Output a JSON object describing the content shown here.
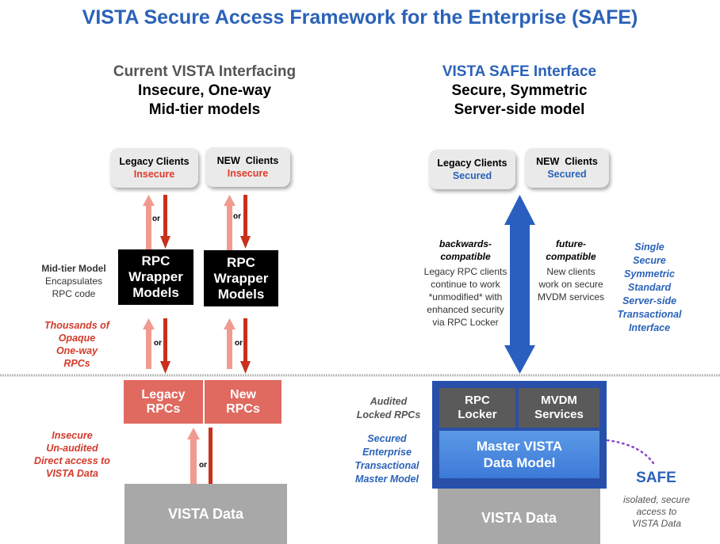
{
  "title": "VISTA Secure Access Framework for the Enterprise (SAFE)",
  "left": {
    "heading": "Current VISTA Interfacing",
    "subheading_1": "Insecure, One-way",
    "subheading_2": "Mid-tier models",
    "clients": [
      {
        "name": "Legacy Clients",
        "status": "Insecure"
      },
      {
        "name": "NEW  Clients",
        "status": "Insecure"
      }
    ],
    "or_label": "or",
    "midtier": {
      "title": "Mid-tier Model",
      "line1": "Encapsulates",
      "line2": "RPC code"
    },
    "wrappers": [
      {
        "l1": "RPC",
        "l2": "Wrapper",
        "l3": "Models"
      },
      {
        "l1": "RPC",
        "l2": "Wrapper",
        "l3": "Models"
      }
    ],
    "thousands": [
      "Thousands of",
      "Opaque",
      "One-way",
      "RPCs"
    ],
    "rpcs": [
      {
        "l1": "Legacy",
        "l2": "RPCs"
      },
      {
        "l1": "New",
        "l2": "RPCs"
      }
    ],
    "insecure_note": [
      "Insecure",
      "Un-audited",
      "Direct access to",
      "VISTA Data"
    ],
    "data_label": "VISTA Data"
  },
  "right": {
    "heading": "VISTA SAFE Interface",
    "subheading_1": "Secure, Symmetric",
    "subheading_2": "Server-side model",
    "clients": [
      {
        "name": "Legacy Clients",
        "status": "Secured"
      },
      {
        "name": "NEW  Clients",
        "status": "Secured"
      }
    ],
    "backwards": {
      "t1": "backwards-",
      "t2": "compatible",
      "lines": [
        "Legacy RPC clients",
        "continue to work",
        "*unmodified* with",
        "enhanced security",
        "via RPC Locker"
      ]
    },
    "future": {
      "t1": "future-",
      "t2": "compatible",
      "lines": [
        "New clients",
        "work on secure",
        "MVDM services"
      ]
    },
    "single": [
      "Single",
      "Secure",
      "Symmetric",
      "Standard",
      "Server-side",
      "Transactional",
      "Interface"
    ],
    "audited": [
      "Audited",
      "Locked RPCs"
    ],
    "secured": [
      "Secured",
      "Enterprise",
      "Transactional",
      "Master Model"
    ],
    "locker": {
      "l1": "RPC",
      "l2": "Locker"
    },
    "mvdm": {
      "l1": "MVDM",
      "l2": "Services"
    },
    "master": {
      "l1": "Master VISTA",
      "l2": "Data Model"
    },
    "safe_label": "SAFE",
    "safe_desc": [
      "isolated, secure",
      "access to",
      "VISTA Data"
    ],
    "data_label": "VISTA Data"
  },
  "colors": {
    "accent_blue": "#2a62b8",
    "insecure_red": "#e03a2a",
    "arrow_dark": "#c8301c",
    "arrow_light": "#f09a90"
  }
}
